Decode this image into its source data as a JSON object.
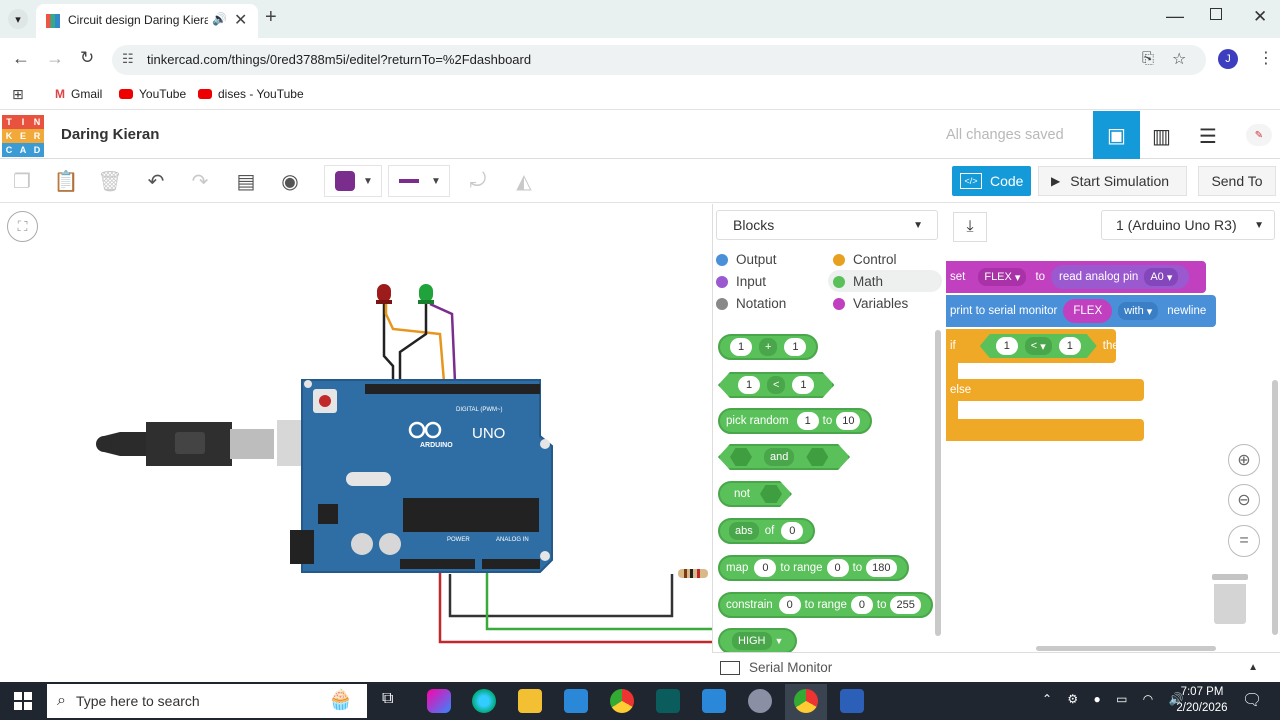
{
  "browser": {
    "tab_title": "Circuit design Daring Kieran",
    "url": "tinkercad.com/things/0red3788m5i/editel?returnTo=%2Fdashboard",
    "profile_initial": "J",
    "bookmarks": [
      {
        "label": "Gmail"
      },
      {
        "label": "YouTube"
      },
      {
        "label": "dises - YouTube"
      }
    ]
  },
  "header": {
    "logo": [
      "T",
      "I",
      "N",
      "K",
      "E",
      "R",
      "C",
      "A",
      "D"
    ],
    "project_name": "Daring Kieran",
    "save_status": "All changes saved"
  },
  "toolbar": {
    "code_label": "Code",
    "simulate_label": "Start Simulation",
    "send_label": "Send To",
    "fill_color": "#7b2d8e",
    "wire_color": "#7b2d8e"
  },
  "code_panel": {
    "mode": "Blocks",
    "device": "1 (Arduino Uno R3)",
    "categories": [
      {
        "label": "Output",
        "color": "#4a90d9"
      },
      {
        "label": "Control",
        "color": "#e8a020"
      },
      {
        "label": "Input",
        "color": "#9b59d0"
      },
      {
        "label": "Math",
        "color": "#5ac05a"
      },
      {
        "label": "Notation",
        "color": "#888888"
      },
      {
        "label": "Variables",
        "color": "#c040c0"
      }
    ],
    "palette": {
      "arith": {
        "a": "1",
        "op": "+",
        "b": "1"
      },
      "compare": {
        "a": "1",
        "op": "<",
        "b": "1"
      },
      "random": {
        "label": "pick random",
        "a": "1",
        "to": "to",
        "b": "10"
      },
      "and": {
        "op": "and"
      },
      "not": {
        "label": "not"
      },
      "abs": {
        "op": "abs",
        "of": "of",
        "v": "0"
      },
      "map": {
        "label": "map",
        "v": "0",
        "to_range": "to range",
        "a": "0",
        "to": "to",
        "b": "180"
      },
      "constrain": {
        "label": "constrain",
        "v": "0",
        "to_range": "to range",
        "a": "0",
        "to": "to",
        "b": "255"
      },
      "high": {
        "label": "HIGH"
      }
    },
    "workspace": {
      "set": {
        "kw": "set",
        "var": "FLEX",
        "to": "to",
        "read": "read analog pin",
        "pin": "A0"
      },
      "print": {
        "label": "print to serial monitor",
        "var": "FLEX",
        "with": "with",
        "newline": "newline"
      },
      "if": {
        "kw": "if",
        "a": "1",
        "op": "<",
        "b": "1",
        "then": "then",
        "else": "else"
      }
    },
    "serial_monitor": "Serial Monitor"
  },
  "board": {
    "brand": "ARDUINO",
    "model": "UNO",
    "digital": "DIGITAL (PWM~)",
    "power": "POWER",
    "analog": "ANALOG IN"
  },
  "taskbar": {
    "search_placeholder": "Type here to search",
    "time": "7:07 PM",
    "date": "2/20/2026"
  }
}
